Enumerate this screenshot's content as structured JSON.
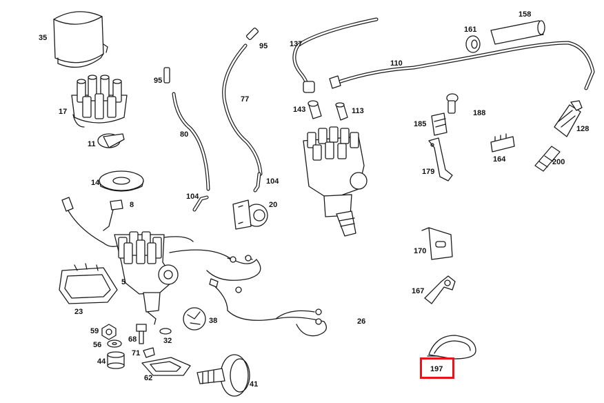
{
  "labels": {
    "p35": "35",
    "p17": "17",
    "p11": "11",
    "p14": "14",
    "p8": "8",
    "p5": "5",
    "p23": "23",
    "p59": "59",
    "p56": "56",
    "p44": "44",
    "p68": "68",
    "p71": "71",
    "p32": "32",
    "p62": "62",
    "p41": "41",
    "p38": "38",
    "p26": "26",
    "p95a": "95",
    "p95b": "95",
    "p80": "80",
    "p77": "77",
    "p104a": "104",
    "p104b": "104",
    "p20": "20",
    "p137": "137",
    "p110": "110",
    "p143": "143",
    "p113": "113",
    "p161": "161",
    "p158": "158",
    "p188": "188",
    "p185": "185",
    "p128": "128",
    "p179": "179",
    "p164": "164",
    "p200": "200",
    "p170": "170",
    "p167": "167",
    "p197": "197"
  },
  "highlight": {
    "part": "197",
    "color": "#e8141a"
  }
}
